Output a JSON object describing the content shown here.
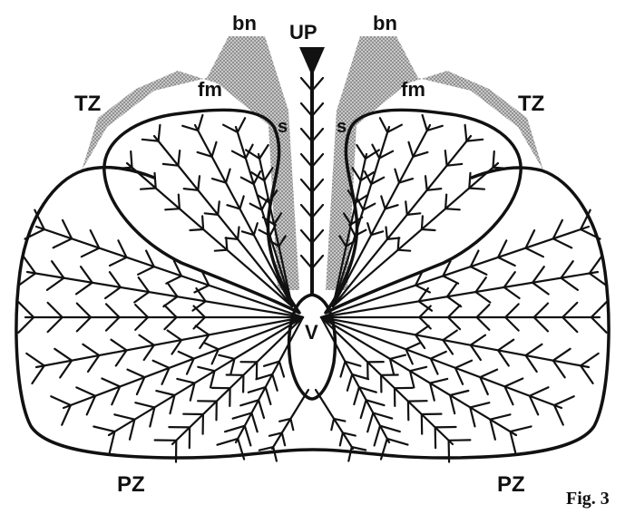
{
  "labels": {
    "bn_left": "bn",
    "up": "UP",
    "bn_right": "bn",
    "tz_left": "TZ",
    "fm_left": "fm",
    "fm_right": "fm",
    "tz_right": "TZ",
    "s_left": "s",
    "s_right": "s",
    "v": "V",
    "pz_left": "PZ",
    "pz_right": "PZ"
  },
  "caption": "Fig. 3",
  "colors": {
    "ink": "#111111",
    "stipple": "#9a9a9a",
    "background": "#ffffff"
  }
}
